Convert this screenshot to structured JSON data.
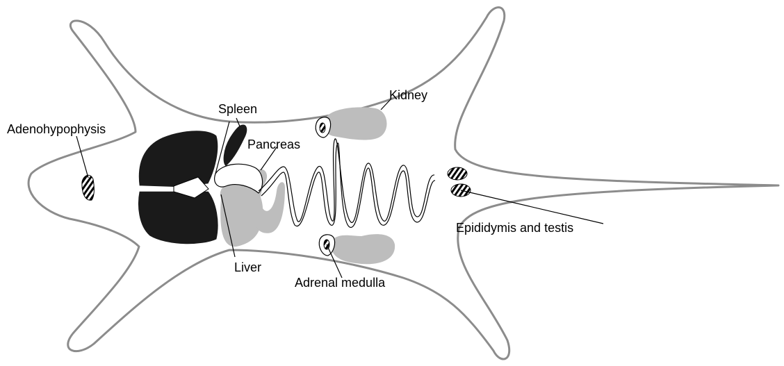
{
  "labels": {
    "adenohypophysis": "Adenohypophysis",
    "spleen": "Spleen",
    "kidney": "Kidney",
    "pancreas": "Pancreas",
    "liver": "Liver",
    "adrenal_medulla": "Adrenal medulla",
    "epididymis_testis": "Epididymis and testis"
  },
  "colors": {
    "outline": "#8c8c8c",
    "dark_organ": "#1a1a1a",
    "grey_organ": "#bdbdbd",
    "line": "#000000"
  }
}
